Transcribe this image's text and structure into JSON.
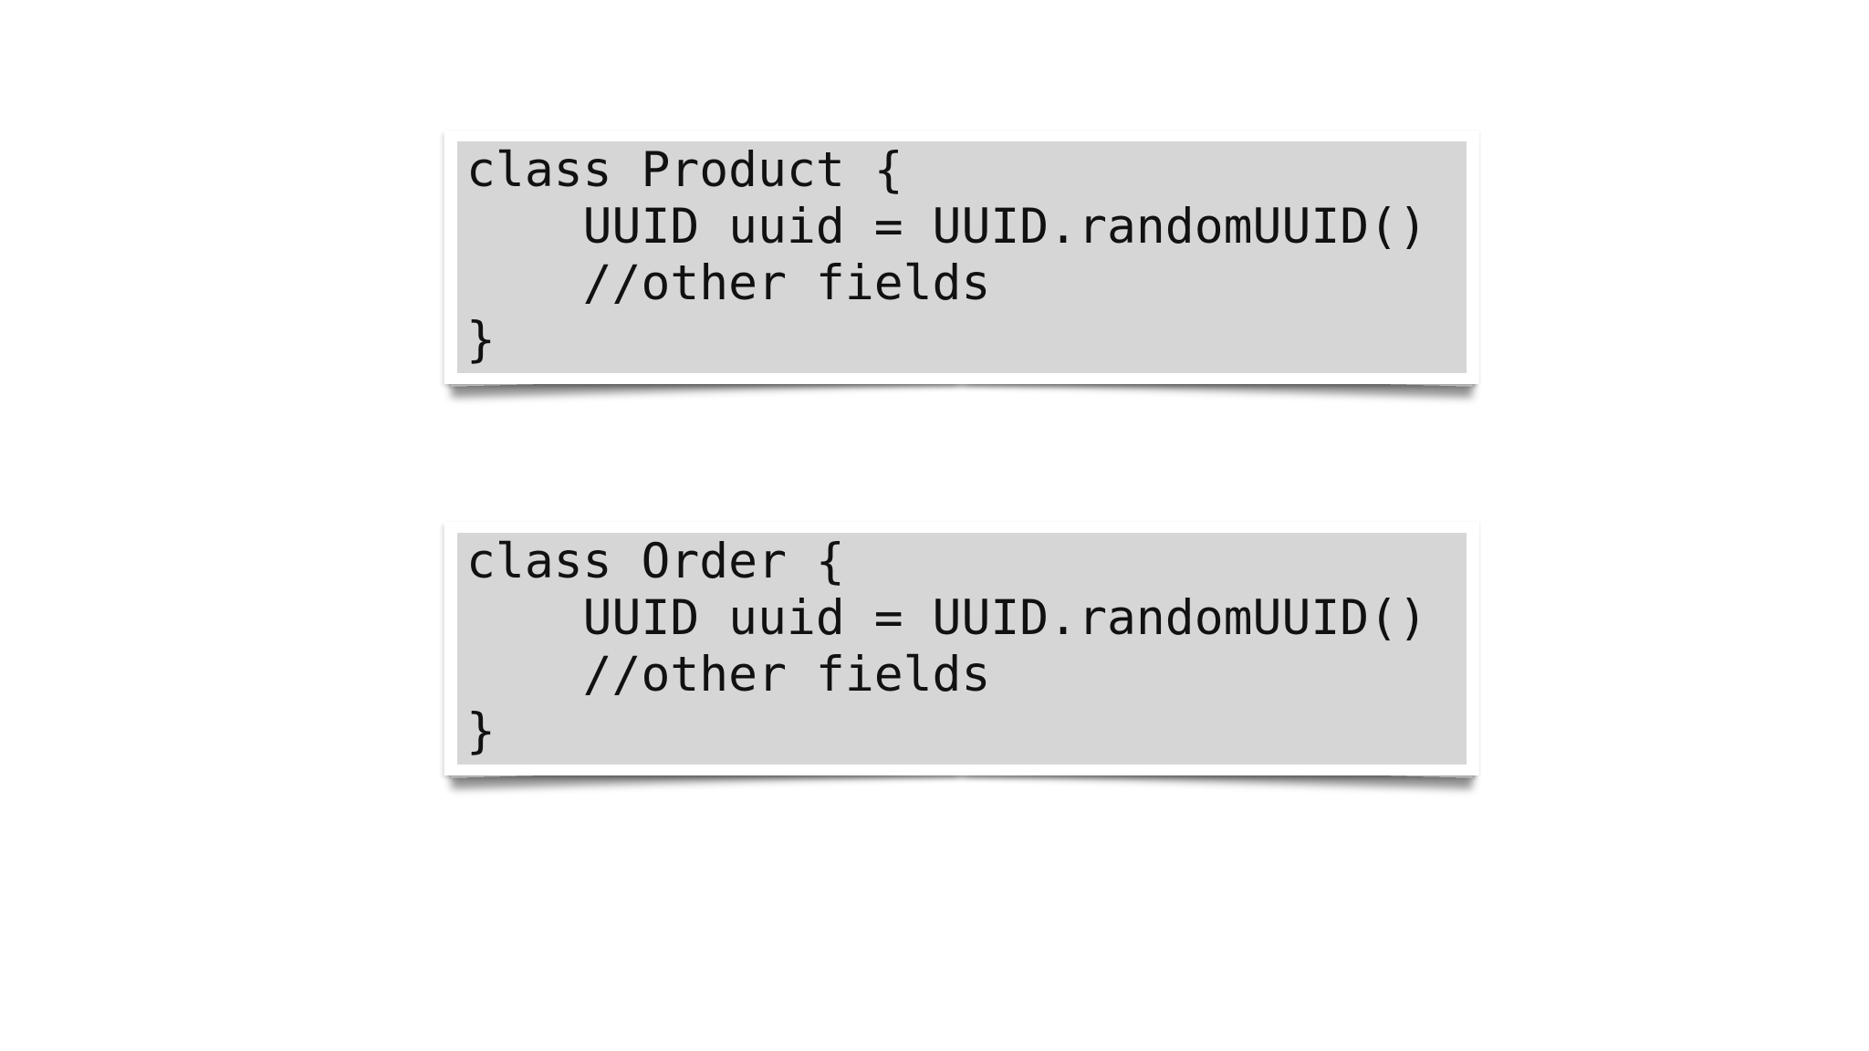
{
  "page": {
    "background_color": "#ffffff"
  },
  "cards": [
    {
      "id": "product-class",
      "language": "java",
      "code": "class Product {\n    UUID uuid = UUID.randomUUID()\n    //other fields\n}"
    },
    {
      "id": "order-class",
      "language": "java",
      "code": "class Order {\n    UUID uuid = UUID.randomUUID()\n    //other fields\n}"
    }
  ],
  "colors": {
    "snippet_background": "#d6d6d6",
    "card_frame": "#ffffff",
    "code_text": "#111111"
  }
}
